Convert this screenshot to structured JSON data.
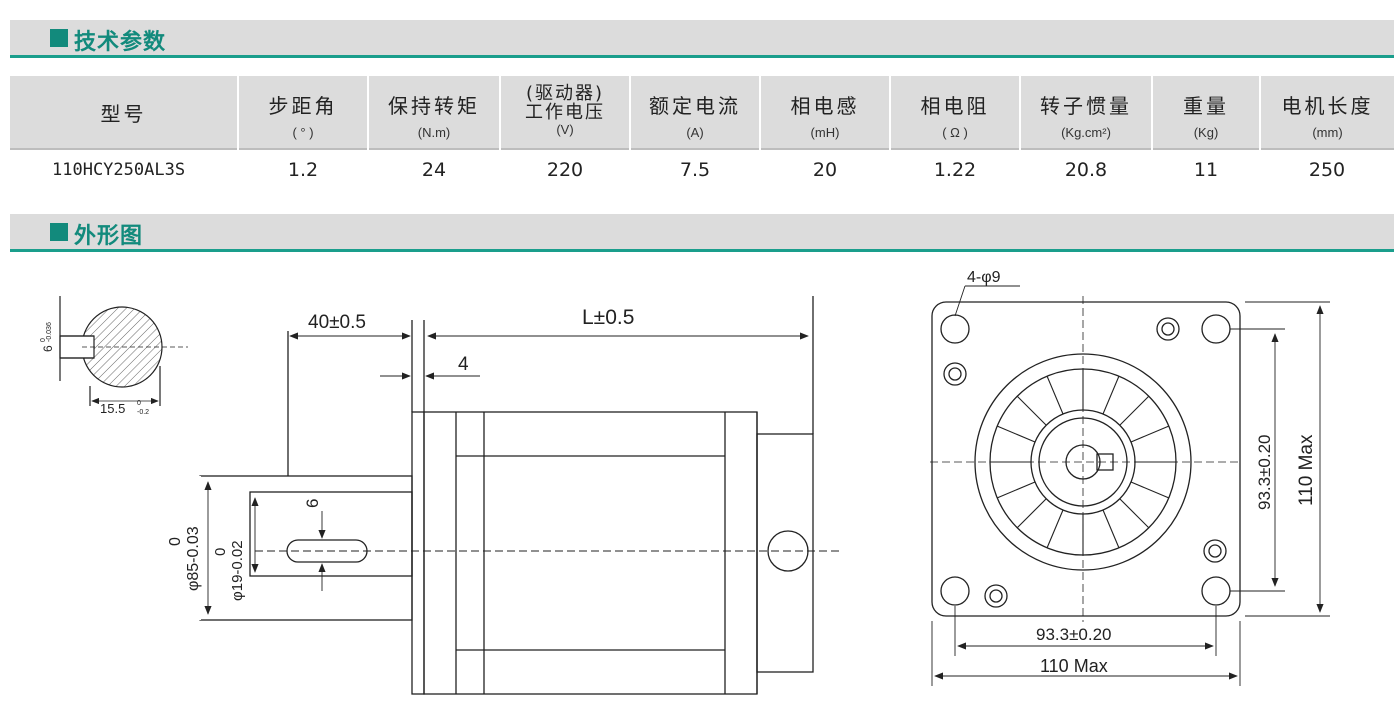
{
  "sections": {
    "spec_title": "技术参数",
    "drawing_title": "外形图"
  },
  "spec": {
    "headers": [
      {
        "label": "型号",
        "unit": ""
      },
      {
        "label": "步距角",
        "unit": "( ° )"
      },
      {
        "label": "保持转矩",
        "unit": "(N.m)"
      },
      {
        "label": "(驱动器)\n工作电压",
        "unit": "(V)"
      },
      {
        "label": "额定电流",
        "unit": "(A)"
      },
      {
        "label": "相电感",
        "unit": "(mH)"
      },
      {
        "label": "相电阻",
        "unit": "( Ω )"
      },
      {
        "label": "转子惯量",
        "unit": "(Kg.cm²)"
      },
      {
        "label": "重量",
        "unit": "(Kg)"
      },
      {
        "label": "电机长度",
        "unit": "(mm)"
      }
    ],
    "rows": [
      [
        "110HCY250AL3S",
        "1.2",
        "24",
        "220",
        "7.5",
        "20",
        "1.22",
        "20.8",
        "11",
        "250"
      ]
    ]
  },
  "drawing": {
    "shaft_key_height": "6",
    "shaft_key_tol_top": "0",
    "shaft_key_tol_bot": "-0.036",
    "shaft_width": "15.5",
    "shaft_width_tol_top": "0",
    "shaft_width_tol_bot": "-0.2",
    "shaft_length": "40±0.5",
    "body_length": "L±0.5",
    "flange_thickness": "4",
    "key_width": "6",
    "pilot_dia_tol": "0",
    "pilot_dia": "φ85-0.03",
    "shaft_dia_tol": "0",
    "shaft_dia": "φ19-0.02",
    "holes": "4-φ9",
    "hole_spacing_v": "93.3±0.20",
    "frame_v": "110 Max",
    "hole_spacing_h": "93.3±0.20",
    "frame_h": "110  Max"
  }
}
